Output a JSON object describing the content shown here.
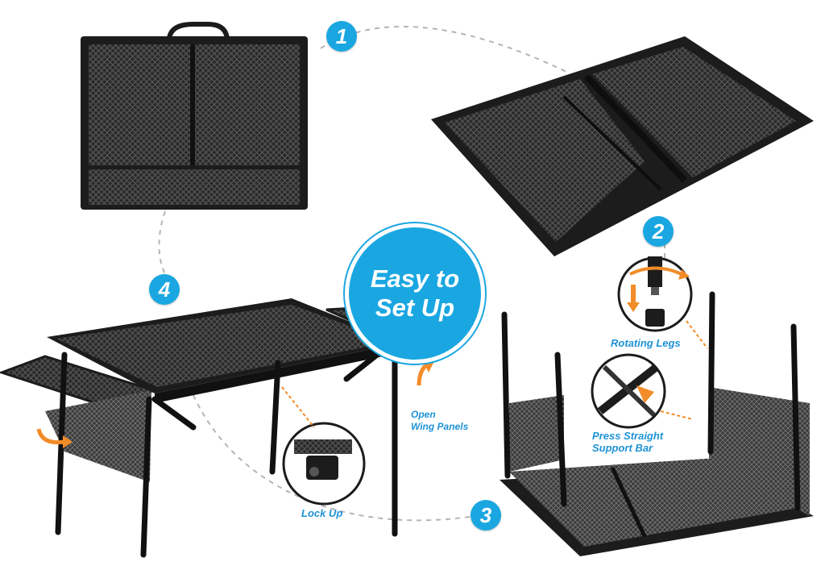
{
  "colors": {
    "accent": "#1aa7e1",
    "label": "#1e93d6",
    "arrow": "#f28c28",
    "metal": "#1c1c1c"
  },
  "steps": [
    "1",
    "2",
    "3",
    "4"
  ],
  "hero": {
    "line1": "Easy to",
    "line2": "Set Up"
  },
  "labels": {
    "rotating_legs": "Rotating Legs",
    "press_line1": "Press Straight",
    "press_line2": "Support Bar",
    "open_line1": "Open",
    "open_line2": "Wing Panels",
    "lock_up": "Lock Up"
  },
  "icons": [
    "rotate-arrow-icon",
    "down-arrow-icon",
    "curved-arrow-icon"
  ]
}
